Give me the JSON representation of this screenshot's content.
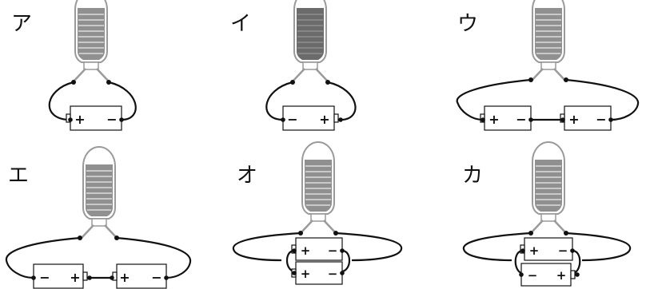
{
  "panels": [
    {
      "label": "ア",
      "dark_fill": false,
      "batteries": [
        {
          "left_sign": "+",
          "right_sign": "−"
        }
      ]
    },
    {
      "label": "イ",
      "dark_fill": true,
      "batteries": [
        {
          "left_sign": "−",
          "right_sign": "+"
        }
      ]
    },
    {
      "label": "ウ",
      "dark_fill": false,
      "batteries": [
        {
          "left_sign": "+",
          "right_sign": "−"
        },
        {
          "left_sign": "+",
          "right_sign": "−"
        }
      ]
    },
    {
      "label": "エ",
      "dark_fill": false,
      "batteries": [
        {
          "left_sign": "−",
          "right_sign": "+"
        },
        {
          "left_sign": "+",
          "right_sign": "−"
        }
      ]
    },
    {
      "label": "オ",
      "dark_fill": false,
      "batteries": [
        {
          "left_sign": "+",
          "right_sign": "−"
        },
        {
          "left_sign": "+",
          "right_sign": "−"
        }
      ]
    },
    {
      "label": "カ",
      "dark_fill": false,
      "batteries": [
        {
          "left_sign": "+",
          "right_sign": "−"
        },
        {
          "left_sign": "−",
          "right_sign": "+"
        }
      ]
    }
  ],
  "colors": {
    "wire": "#111111",
    "bulb_outline": "#9a9a9a",
    "fill_light": "#909090",
    "fill_dark": "#6b6b6b",
    "stripe": "#dcdcdc",
    "cap": "#f4f4f4"
  }
}
